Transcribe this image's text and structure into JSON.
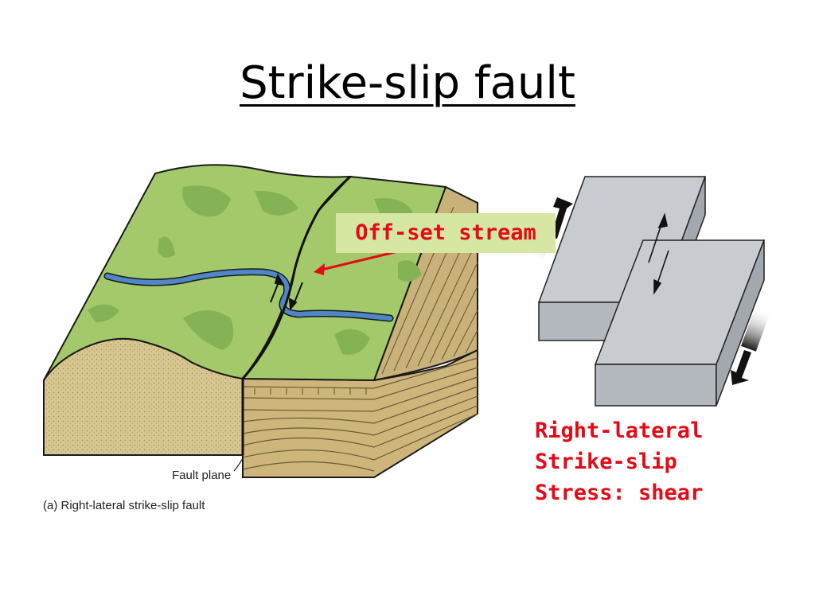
{
  "slide": {
    "title": "Strike-slip fault"
  },
  "block_diagram": {
    "callout_label": "Off-set stream",
    "fault_plane_label": "Fault plane",
    "caption": "(a) Right-lateral strike-slip fault"
  },
  "legend": {
    "line1": "Right-lateral",
    "line2": "Strike-slip",
    "line3": "Stress: shear"
  },
  "colors": {
    "land_green": "#a4c96a",
    "dark_green": "#7fab52",
    "stream_blue": "#4f86c6",
    "sand": "#d4c08a",
    "strata": "#c9b27a",
    "block_gray": "#c8ccd1",
    "label_red": "#e30b17",
    "callout_bg": "#d6e7a4"
  }
}
